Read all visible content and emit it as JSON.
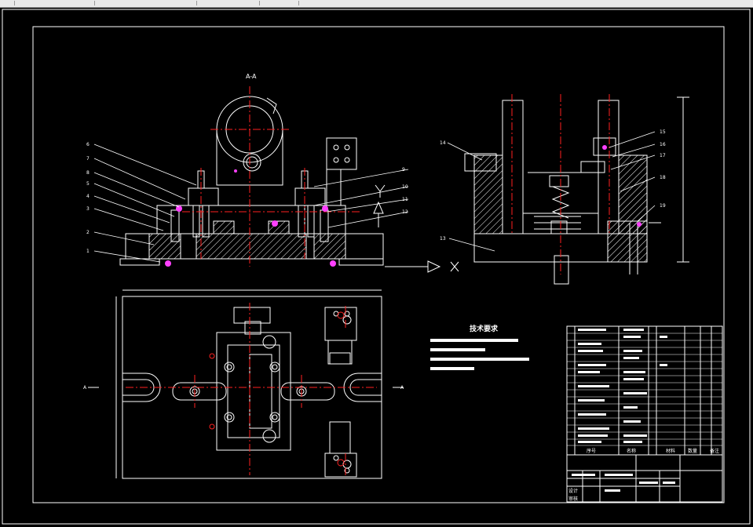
{
  "drawing": {
    "section_label": "A-A",
    "technical_requirements": {
      "title": "技术要求",
      "line1": "1.未注倒角为C1",
      "line2": "2.装配前所有零件需清洗干净"
    },
    "title_block": {
      "headers": [
        "序号",
        "名称",
        "数量",
        "材料",
        "备注"
      ],
      "designer_labels": [
        "设计",
        "审核"
      ]
    },
    "part_numbers_left": [
      "6",
      "7",
      "8",
      "5",
      "4",
      "3",
      "2",
      "1"
    ],
    "part_numbers_right": [
      "9",
      "10",
      "11",
      "12"
    ],
    "part_numbers_side": [
      "14",
      "15",
      "16",
      "17",
      "18",
      "19",
      "13"
    ],
    "view_marks": {
      "y": "Y",
      "x": "X",
      "a_left": "A",
      "a_right": "A"
    }
  }
}
